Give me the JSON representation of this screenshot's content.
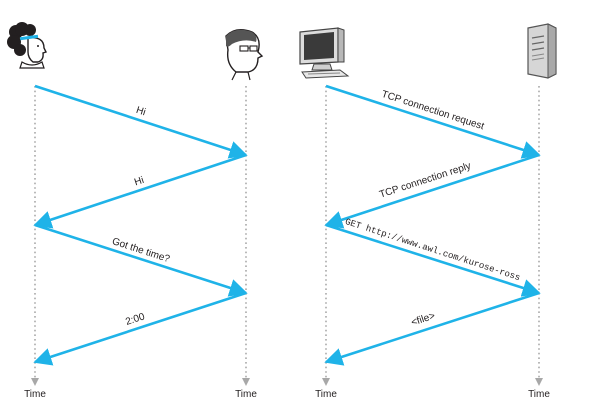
{
  "colors": {
    "arrow": "#1fb3e8",
    "timeline": "#a8a8a8",
    "text": "#231f20"
  },
  "left_panel": {
    "actors": [
      "woman-icon",
      "man-icon"
    ],
    "messages": [
      {
        "label": "Hi"
      },
      {
        "label": "Hi"
      },
      {
        "label": "Got the time?"
      },
      {
        "label": "2:00"
      }
    ],
    "time_labels": [
      "Time",
      "Time"
    ]
  },
  "right_panel": {
    "actors": [
      "computer-icon",
      "server-icon"
    ],
    "messages": [
      {
        "label": "TCP connection request"
      },
      {
        "label": "TCP connection reply"
      },
      {
        "label": "GET http://www.awl.com/kurose-ross"
      },
      {
        "label": "<file>"
      }
    ],
    "time_labels": [
      "Time",
      "Time"
    ]
  }
}
